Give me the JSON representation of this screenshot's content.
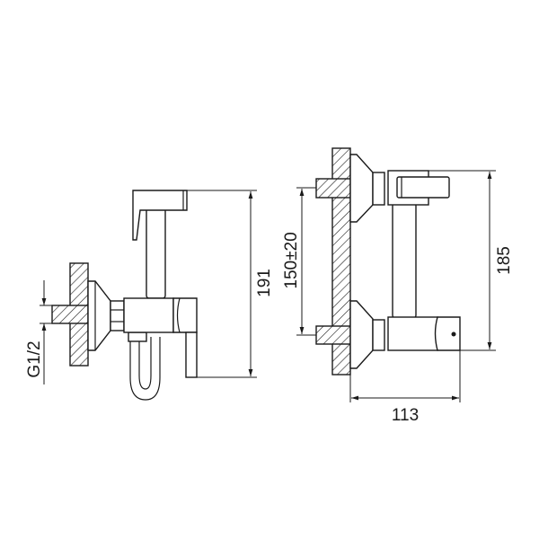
{
  "drawing": {
    "left_view": {
      "dimension_height": "191",
      "thread_label": "G1/2"
    },
    "right_view": {
      "dimension_height": "185",
      "dimension_centers": "150±20",
      "dimension_depth": "113"
    },
    "colors": {
      "line": "#1a1a1a",
      "background": "#ffffff"
    }
  }
}
